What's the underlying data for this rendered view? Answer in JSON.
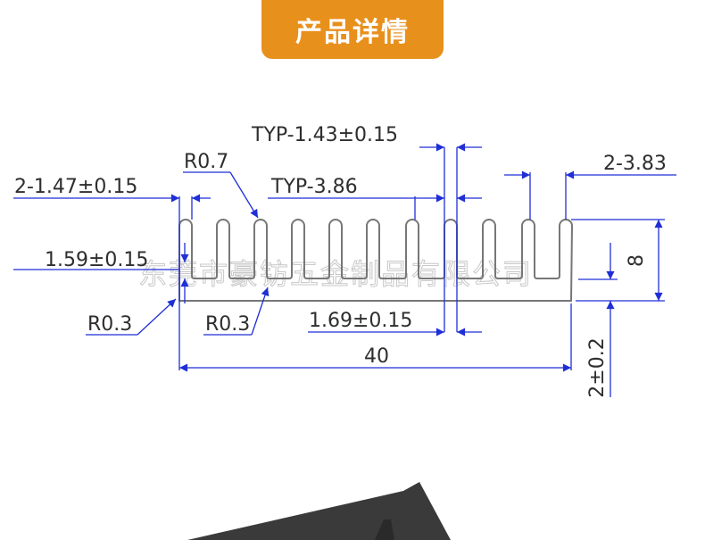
{
  "header": {
    "title": "产品详情"
  },
  "watermark": "东莞市豪钫五金制品有限公司",
  "colors": {
    "banner": "#e8901c",
    "dimension_line": "#1f2fd6",
    "outline": "#777777",
    "text": "#2e2e2e"
  },
  "dimensions": {
    "typ_fin_thickness": "TYP-1.43±0.15",
    "fin_radius": "R0.7",
    "typ_pitch": "TYP-3.86",
    "end_fin_thickness": "2-1.47±0.15",
    "end_gap": "2-3.83",
    "base_thickness": "1.59±0.15",
    "corner_radius_outer": "R0.3",
    "corner_radius_inner": "R0.3",
    "gap_width": "1.69±0.15",
    "total_width": "40",
    "total_height": "8",
    "base_height": "2±0.2"
  }
}
